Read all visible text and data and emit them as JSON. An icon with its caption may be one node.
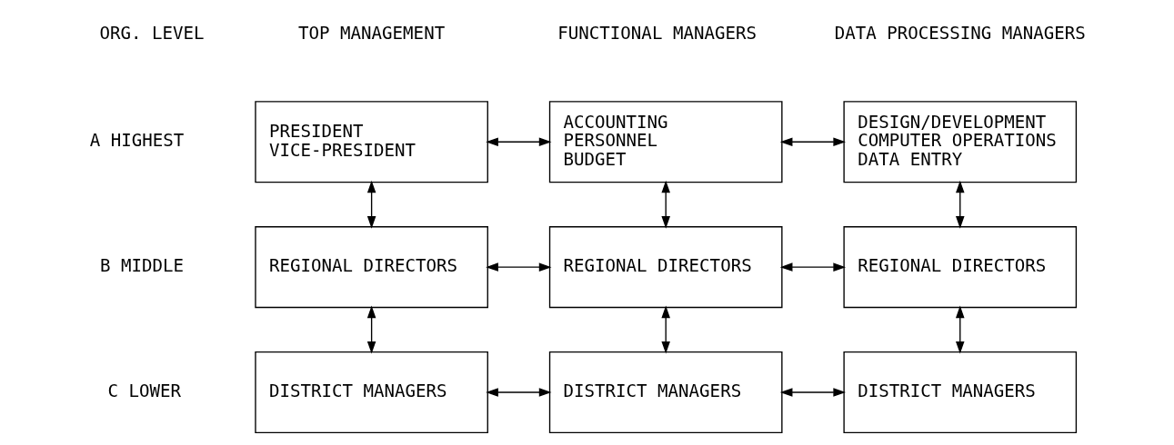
{
  "diagram": {
    "nodes": [
      {
        "text": [
          "PRESIDENT",
          "VICE-PRESIDENT"
        ]
      },
      {
        "text": [
          "ACCOUNTING",
          "PERSONNEL",
          "BUDGET"
        ]
      },
      {
        "text": [
          "DESIGN/DEVELOPMENT",
          "COMPUTER OPERATIONS",
          "DATA ENTRY"
        ]
      },
      {
        "text": [
          "REGIONAL DIRECTORS"
        ]
      },
      {
        "text": [
          "REGIONAL DIRECTORS"
        ]
      },
      {
        "text": [
          "REGIONAL DIRECTORS"
        ]
      },
      {
        "text": [
          "DISTRICT MANAGERS"
        ]
      },
      {
        "text": [
          "DISTRICT MANAGERS"
        ]
      },
      {
        "text": [
          "DISTRICT MANAGERS"
        ]
      }
    ],
    "edges": [
      {
        "from": 0,
        "to": 1,
        "arrow": "both"
      },
      {
        "from": 1,
        "to": 2,
        "arrow": "both"
      },
      {
        "from": 0,
        "to": 3,
        "arrow": "both"
      },
      {
        "from": 1,
        "to": 4,
        "arrow": "both"
      },
      {
        "from": 2,
        "to": 5,
        "arrow": "both"
      },
      {
        "from": 3,
        "to": 4,
        "arrow": "both"
      },
      {
        "from": 4,
        "to": 5,
        "arrow": "both"
      },
      {
        "from": 3,
        "to": 6,
        "arrow": "both"
      },
      {
        "from": 4,
        "to": 7,
        "arrow": "both"
      },
      {
        "from": 5,
        "to": 8,
        "arrow": "both"
      },
      {
        "from": 6,
        "to": 7,
        "arrow": "both"
      },
      {
        "from": 7,
        "to": 8,
        "arrow": "both"
      }
    ],
    "labels": [
      "ORG. LEVEL",
      "TOP MANAGEMENT",
      "FUNCTIONAL MANAGERS",
      "DATA PROCESSING MANAGERS",
      "A HIGHEST",
      "B MIDDLE",
      "C LOWER"
    ]
  }
}
